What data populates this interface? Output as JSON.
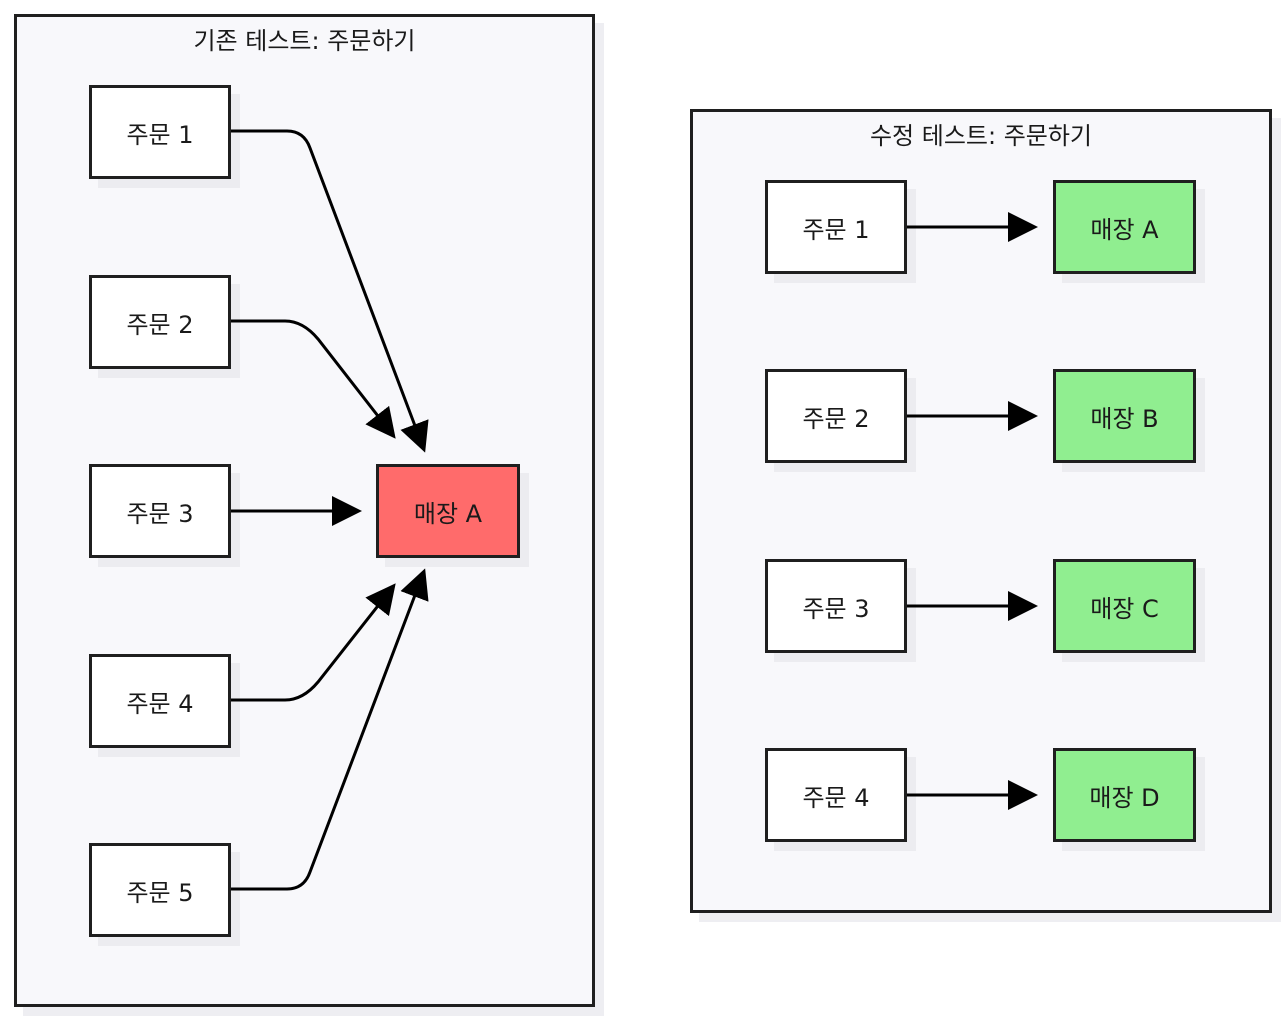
{
  "left_panel": {
    "title": "기존 테스트: 주문하기",
    "orders": [
      "주문 1",
      "주문 2",
      "주문 3",
      "주문 4",
      "주문 5"
    ],
    "store": "매장 A",
    "store_color": "#ff6b6b"
  },
  "right_panel": {
    "title": "수정 테스트: 주문하기",
    "orders": [
      "주문 1",
      "주문 2",
      "주문 3",
      "주문 4"
    ],
    "stores": [
      "매장 A",
      "매장 B",
      "매장 C",
      "매장 D"
    ],
    "store_color": "#90ee90"
  }
}
